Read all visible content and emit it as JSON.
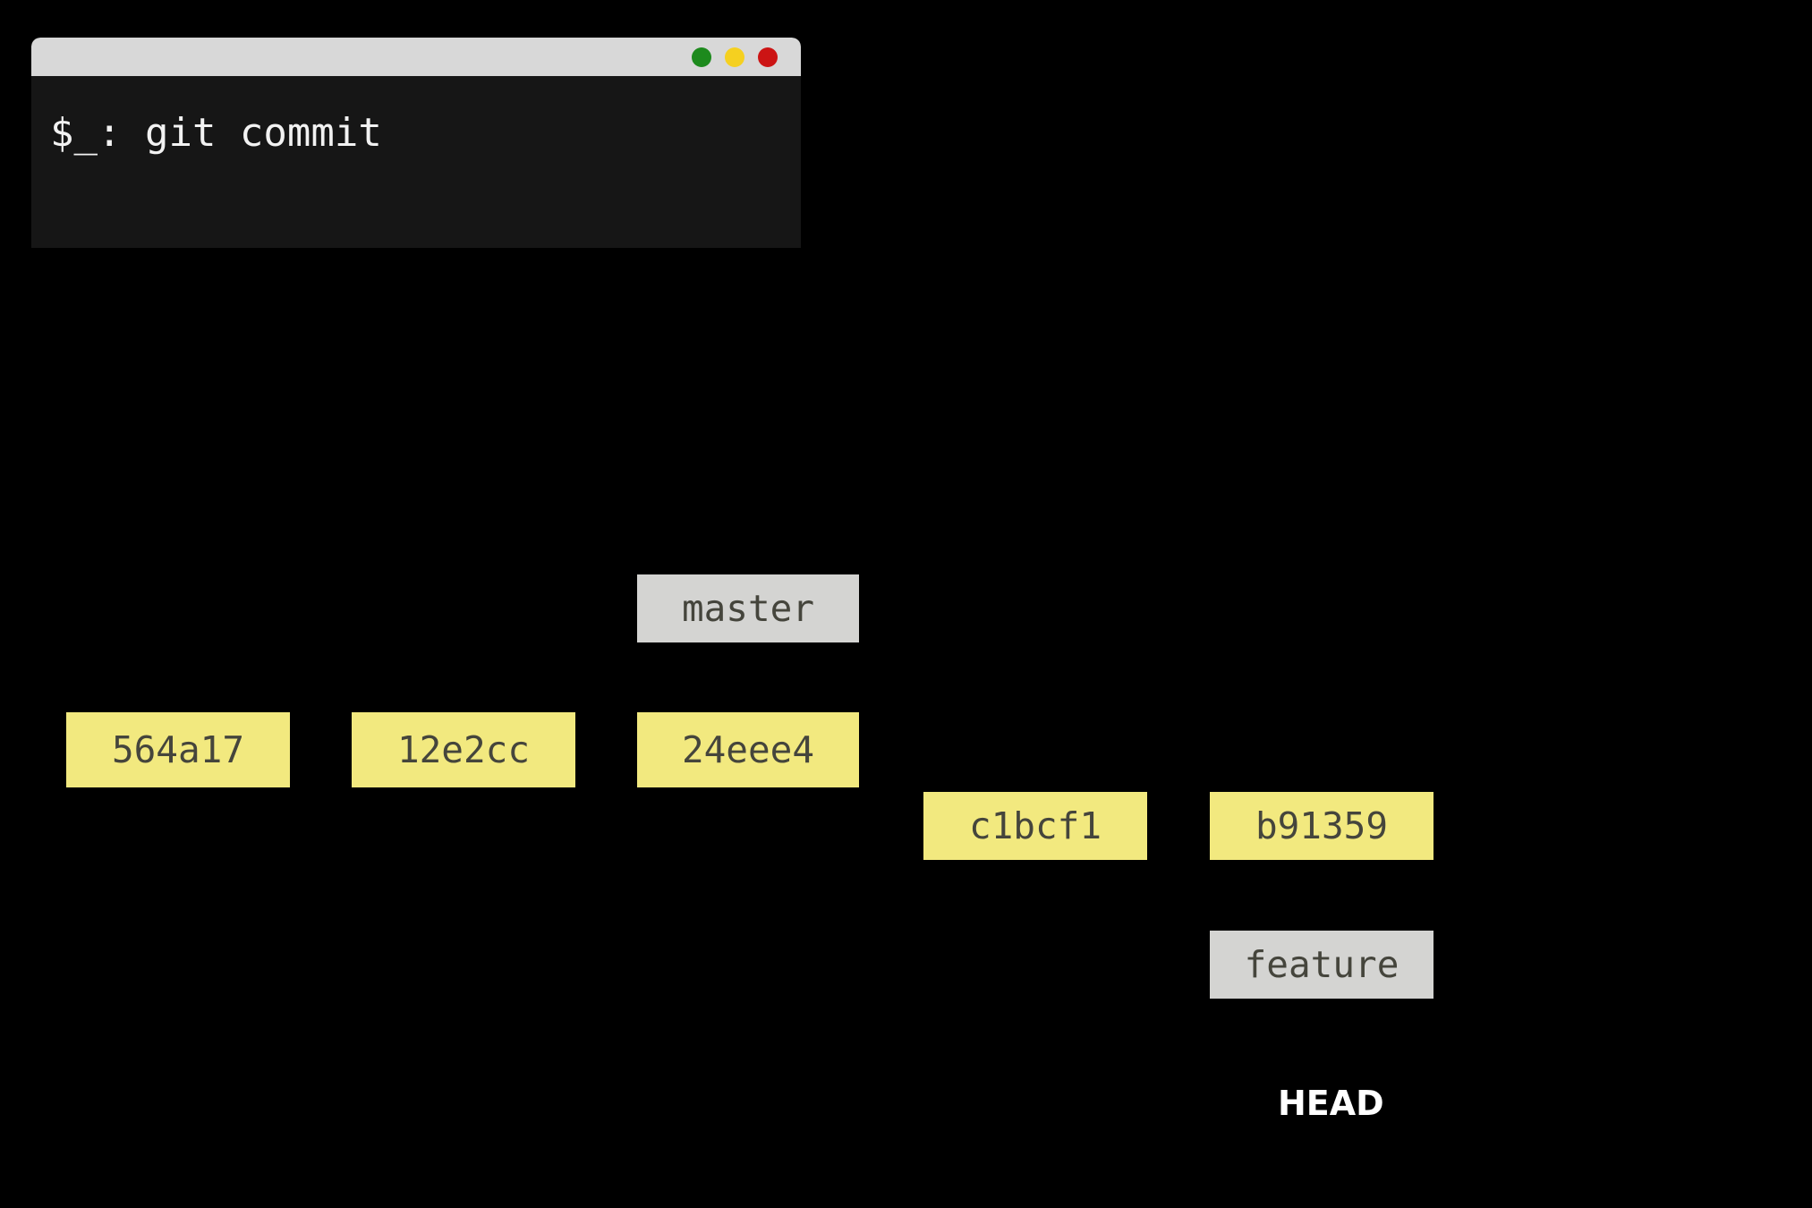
{
  "terminal": {
    "prompt_text": "$_: git commit",
    "buttons": [
      {
        "name": "minimize",
        "color": "#1d8a1d"
      },
      {
        "name": "maximize",
        "color": "#f5d020"
      },
      {
        "name": "close",
        "color": "#cc1414"
      }
    ],
    "titlebar_color": "#d8d8d8",
    "body_color": "#161616"
  },
  "graph": {
    "commit_color": "#f2e97f",
    "commit_text_color": "#45453c",
    "branch_label_color": "#d4d4d2",
    "head_text_color": "#ffffff",
    "commits": [
      {
        "id": "564a17",
        "branch": "master"
      },
      {
        "id": "12e2cc",
        "branch": "master"
      },
      {
        "id": "24eee4",
        "branch": "master"
      },
      {
        "id": "c1bcf1",
        "branch": "feature"
      },
      {
        "id": "b91359",
        "branch": "feature"
      }
    ],
    "branches": [
      {
        "name": "master",
        "points_at": "24eee4"
      },
      {
        "name": "feature",
        "points_at": "b91359"
      }
    ],
    "head": {
      "label": "HEAD",
      "points_at": "feature"
    }
  }
}
